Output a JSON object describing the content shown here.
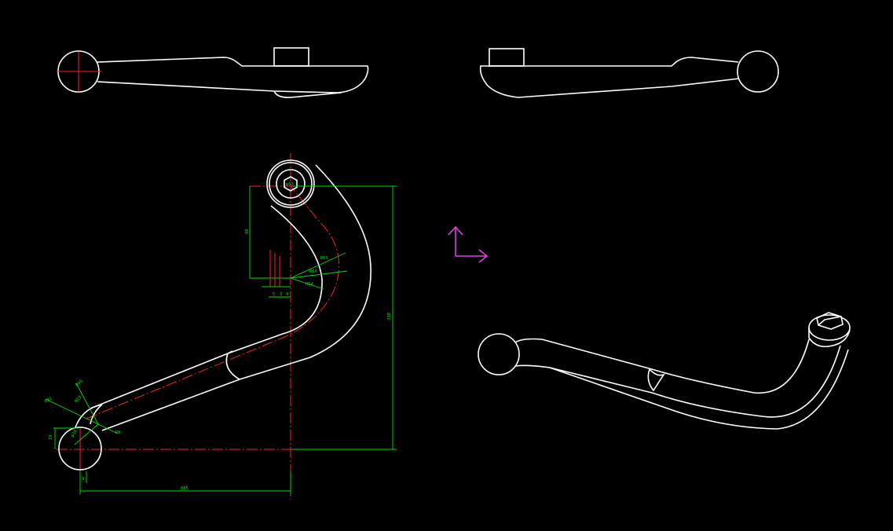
{
  "colors": {
    "background": "#000000",
    "geometry": "#ffffff",
    "centerline": "#ff2020",
    "dimension": "#00e000",
    "ucs_icon": "#e040e0"
  },
  "views": [
    "top-view-left",
    "top-view-right",
    "front-view",
    "isometric-view"
  ],
  "dimensions": {
    "overall_width": "885",
    "overall_height": "330",
    "upper_offset": "88",
    "r_upper_outer": "R65",
    "r_upper_inner": "R60",
    "r_upper_small": "R64",
    "r_lower_outer": "R81",
    "r_lower_mid": "R46",
    "r_lower_inner": "R53",
    "r_lower_small": "R8",
    "hole_dia": "φ63",
    "ball_dia": "φ38",
    "ball_offset": "29",
    "ball_base": "9",
    "step_a": "5",
    "step_b": "3",
    "step_c": "9"
  }
}
